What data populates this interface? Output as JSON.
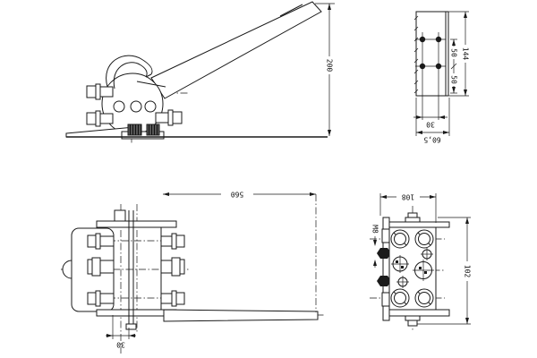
{
  "colors": {
    "ink": "#1a1a1a",
    "paper": "#ffffff"
  },
  "dims": {
    "side_height": "200",
    "plate_pitch_v_top": "50",
    "plate_pitch_v_bottom": "50",
    "plate_height": "144",
    "plate_hole_spacing": "30",
    "plate_width": "60,5",
    "top_length": "560",
    "top_clamp_width": "30",
    "back_width": "108",
    "back_height": "102",
    "back_thread": "M8"
  }
}
